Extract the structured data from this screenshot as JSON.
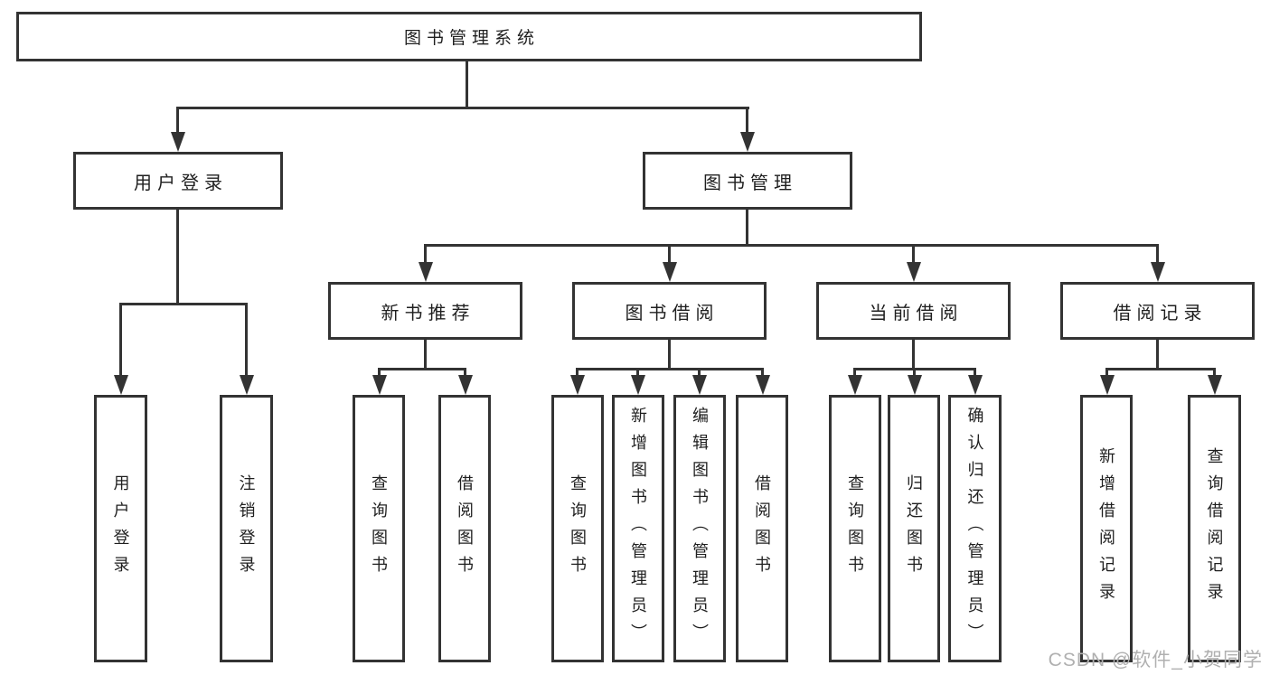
{
  "colors": {
    "line": "#333333",
    "box_border": "#333333",
    "text": "#1f1f1f",
    "background": "#ffffff",
    "watermark": "#b0b0b0"
  },
  "root": {
    "label": "图书管理系统"
  },
  "branches": [
    {
      "label": "用户登录",
      "children": [
        {
          "label": "用户登录"
        },
        {
          "label": "注销登录"
        }
      ]
    },
    {
      "label": "图书管理",
      "children": [
        {
          "label": "新书推荐",
          "children": [
            {
              "label": "查询图书"
            },
            {
              "label": "借阅图书"
            }
          ]
        },
        {
          "label": "图书借阅",
          "children": [
            {
              "label": "查询图书"
            },
            {
              "label": "新增图书（管理员）"
            },
            {
              "label": "编辑图书（管理员）"
            },
            {
              "label": "借阅图书"
            }
          ]
        },
        {
          "label": "当前借阅",
          "children": [
            {
              "label": "查询图书"
            },
            {
              "label": "归还图书"
            },
            {
              "label": "确认归还（管理员）"
            }
          ]
        },
        {
          "label": "借阅记录",
          "children": [
            {
              "label": "新增借阅记录"
            },
            {
              "label": "查询借阅记录"
            }
          ]
        }
      ]
    }
  ],
  "watermark": {
    "text": "CSDN @软件_小贺同学"
  }
}
